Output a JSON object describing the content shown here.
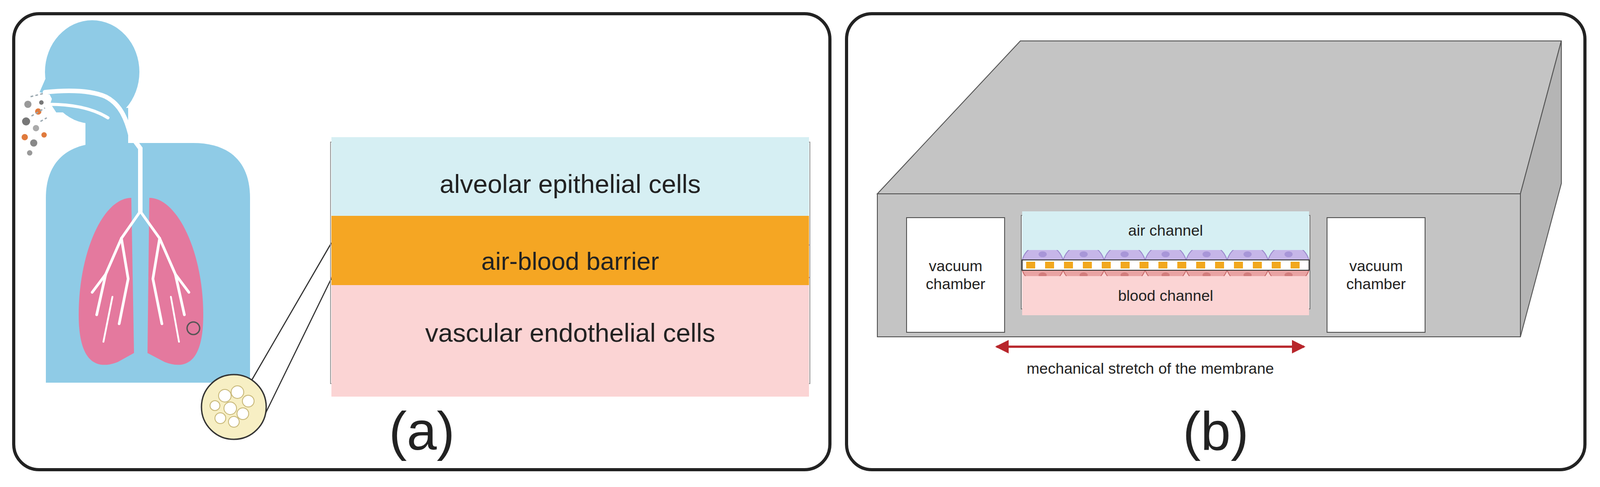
{
  "diagram": {
    "nodes": [
      {
        "text": [
          "(a)"
        ]
      },
      {
        "text": [
          "alveolar epithelial cells"
        ],
        "in": 0
      },
      {
        "text": [
          "air-blood barrier"
        ],
        "in": 0
      },
      {
        "text": [
          "vascular endothelial cells"
        ],
        "in": 0
      },
      {
        "text": [
          "(b)"
        ]
      },
      {
        "text": [
          "vacuum chamber"
        ],
        "in": 4
      },
      {
        "text": [
          "air channel"
        ],
        "in": 4
      },
      {
        "text": [
          "blood channel"
        ],
        "in": 4
      },
      {
        "text": [
          "vacuum chamber"
        ],
        "in": 4
      }
    ],
    "labels": [
      "mechanical stretch of the membrane"
    ]
  }
}
